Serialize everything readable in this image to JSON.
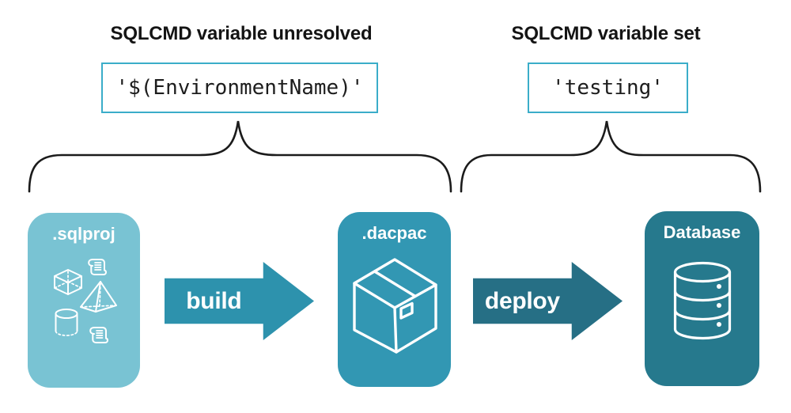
{
  "diagram": {
    "left_group": {
      "heading": "SQLCMD variable unresolved",
      "code": "'$(EnvironmentName)'"
    },
    "right_group": {
      "heading": "SQLCMD variable set",
      "code": "'testing'"
    },
    "nodes": [
      {
        "label": ".sqlproj",
        "color": "#79c3d3",
        "icon": "sql-objects-icon"
      },
      {
        "label": ".dacpac",
        "color": "#3297b3",
        "icon": "package-icon"
      },
      {
        "label": "Database",
        "color": "#26798d",
        "icon": "database-icon"
      }
    ],
    "arrows": [
      {
        "label": "build",
        "color": "#2d92ad"
      },
      {
        "label": "deploy",
        "color": "#266f85"
      }
    ],
    "colors": {
      "code_box_border": "#3badc9",
      "brace": "#1b1b1b",
      "heading_text": "#141414"
    }
  }
}
